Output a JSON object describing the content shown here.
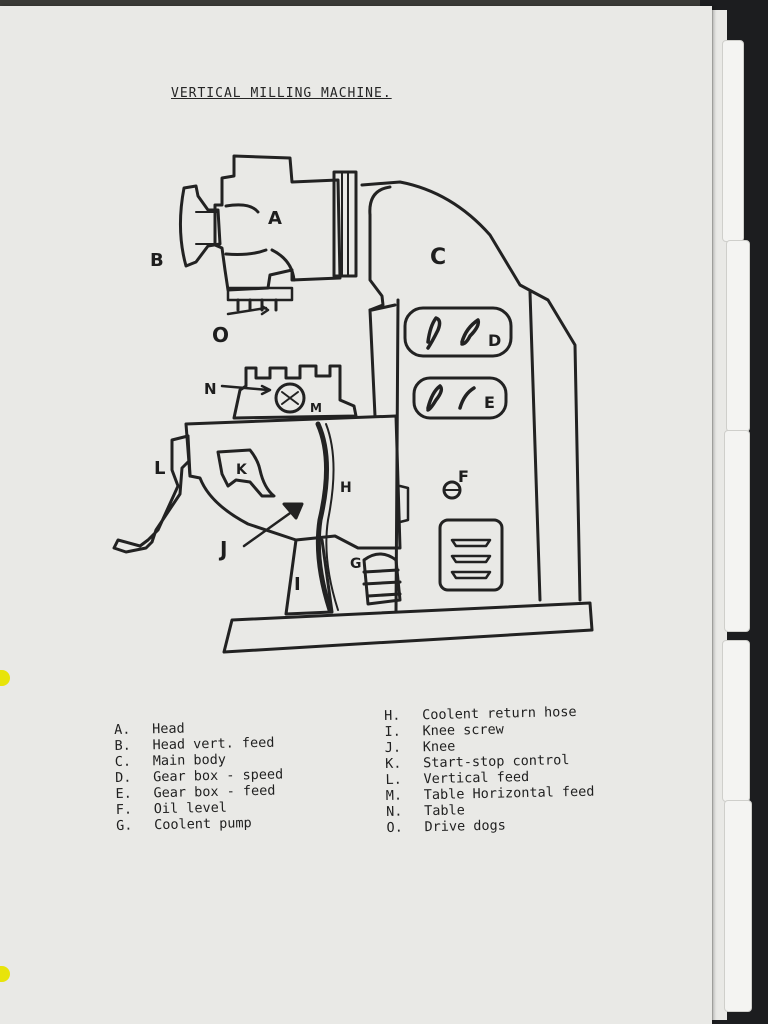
{
  "document": {
    "title": "VERTICAL MILLING MACHINE."
  },
  "diagram_labels": {
    "A": "A",
    "B": "B",
    "C": "C",
    "D": "D",
    "E": "E",
    "F": "F",
    "G": "G",
    "H": "H",
    "I": "I",
    "J": "J",
    "K": "K",
    "L": "L",
    "M": "M",
    "N": "N",
    "O": "O"
  },
  "legend": {
    "left": [
      {
        "letter": "A.",
        "text": "Head"
      },
      {
        "letter": "B.",
        "text": "Head vert. feed"
      },
      {
        "letter": "C.",
        "text": "Main body"
      },
      {
        "letter": "D.",
        "text": "Gear box - speed"
      },
      {
        "letter": "E.",
        "text": "Gear box - feed"
      },
      {
        "letter": "F.",
        "text": "Oil level"
      },
      {
        "letter": "G.",
        "text": "Coolent pump"
      }
    ],
    "right": [
      {
        "letter": "H.",
        "text": "Coolent return hose"
      },
      {
        "letter": "I.",
        "text": "Knee screw"
      },
      {
        "letter": "J.",
        "text": "Knee"
      },
      {
        "letter": "K.",
        "text": "Start-stop control"
      },
      {
        "letter": "L.",
        "text": "Vertical feed"
      },
      {
        "letter": "M.",
        "text": "Table Horizontal feed"
      },
      {
        "letter": "N.",
        "text": "Table"
      },
      {
        "letter": "O.",
        "text": "Drive dogs"
      }
    ]
  },
  "colors": {
    "paper": "#e9e9e6",
    "ink": "#1f1f1f",
    "binder": "#1c1d1f",
    "highlight_tab": "#e8e40a"
  }
}
